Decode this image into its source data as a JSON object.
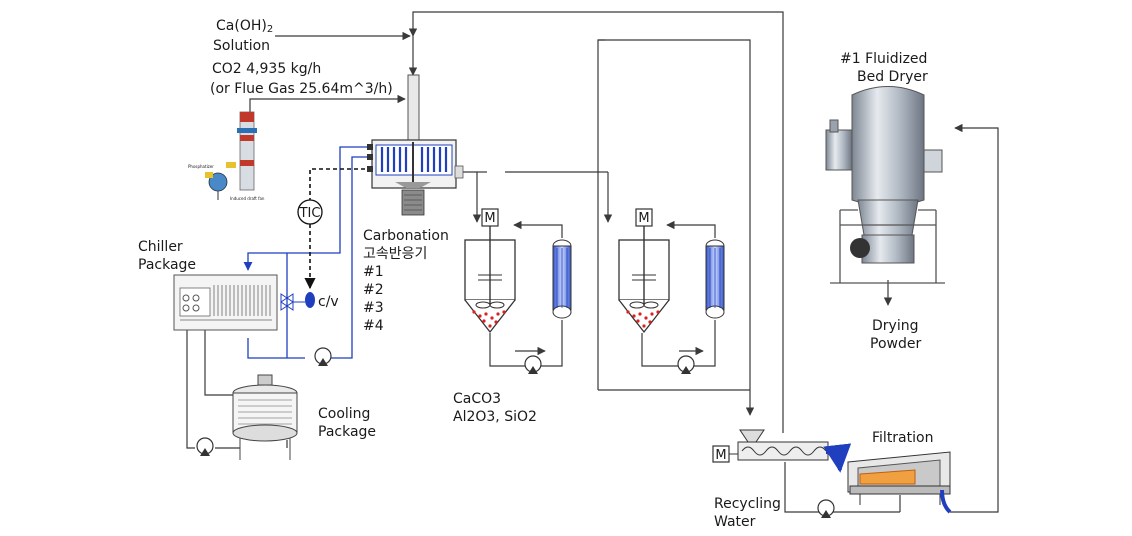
{
  "labels": {
    "caoh2_line1": "Ca(OH)",
    "caoh2_sub": "2",
    "caoh2_line2": "Solution",
    "co2_line1": "CO2 4,935 kg/h",
    "co2_line2": "(or Flue Gas 25.64m^3/h)",
    "dryer_line1": "#1 Fluidized",
    "dryer_line2": "Bed Dryer",
    "chiller_line1": "Chiller",
    "chiller_line2": "Package",
    "tic": "TIC",
    "cv": "c/v",
    "carbonation": "Carbonation",
    "reactor_kr": "고속반응기",
    "reactor_1": "#1",
    "reactor_2": "#2",
    "reactor_3": "#3",
    "reactor_4": "#4",
    "cooling_line1": "Cooling",
    "cooling_line2": "Package",
    "caco3": "CaCO3",
    "al2o3": "Al2O3, SiO2",
    "drying_line1": "Drying",
    "drying_line2": "Powder",
    "filtration": "Filtration",
    "recycling_line1": "Recycling",
    "recycling_line2": "Water",
    "motor_m": "M"
  },
  "colors": {
    "line": "#3a3a3a",
    "cooling_water": "#1f3fbf",
    "dryer_body": "#a9b2bd",
    "precipitate": "#e02020",
    "conveyor_arrow": "#1f3fbf"
  }
}
